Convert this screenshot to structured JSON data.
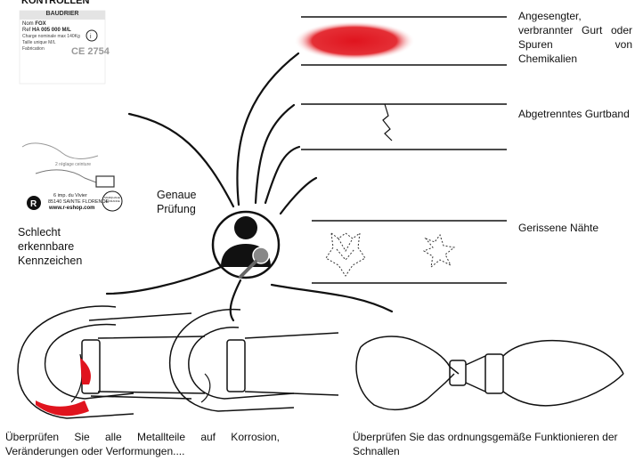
{
  "header": {
    "title": "KONTROLLEN"
  },
  "label_card": {
    "title": "BAUDRIER",
    "line1_prefix": "Nom",
    "line1_value": "FOX",
    "line2_prefix": "Ref",
    "line2_value": "HA 005 000 M/L",
    "line3": "Charge nominale max 140Kg",
    "line4": "Taille unique M/L",
    "line5": "Fabrication",
    "ce_mark": "CE 2754",
    "instruction_text": "2 réglage ceinture",
    "address_line1": "6 imp. du Vivier",
    "address_line2": "85140 SAINTE FLORENCE",
    "website": "www.r-eshop.com",
    "badge_text": "MARQUAGE EN FRANCE"
  },
  "center": {
    "inspection_label": "Genaue Prüfung",
    "icon": "inspector-icon"
  },
  "left_text": "Schlecht erkennbare Kennzeichen",
  "right_labels": {
    "damage_label": "Angesengter, verbrannter Gurt oder Spuren von Chemikalien",
    "cut_label": "Abgetrenntes Gurtband",
    "seam_label": "Gerissene Nähte"
  },
  "bottom_captions": {
    "metal_caption": "Überprüfen Sie alle Metallteile auf Korrosion, Veränderungen oder Verformungen....",
    "buckle_caption": "Überprüfen Sie das ordnungsgemäße Funktionieren der Schnallen"
  },
  "colors": {
    "damage_red": "#e0141e",
    "line": "#111111",
    "dashed": "#333333"
  }
}
